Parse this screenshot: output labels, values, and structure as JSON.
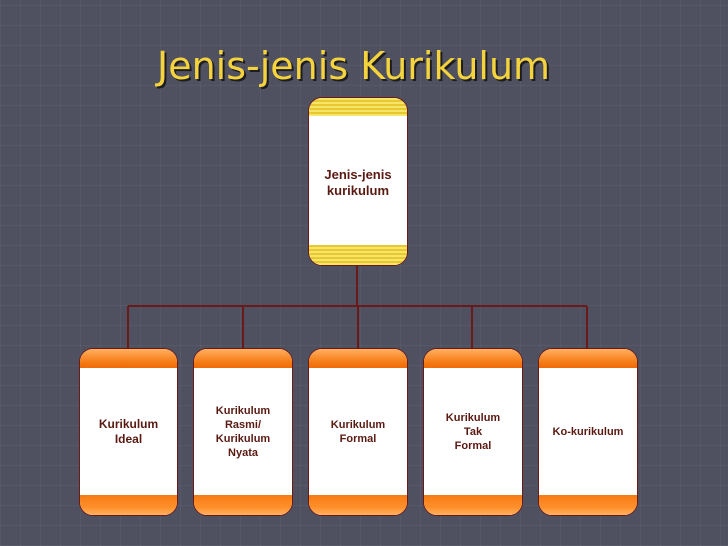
{
  "slide": {
    "title": "Jenis-jenis Kurikulum"
  },
  "diagram": {
    "root": {
      "label": "Jenis-jenis \nkurikulum"
    },
    "children": [
      {
        "label": "Kurikulum\nIdeal"
      },
      {
        "label": "Kurikulum\nRasmi/\nKurikulum\nNyata"
      },
      {
        "label": "Kurikulum\nFormal"
      },
      {
        "label": "Kurikulum\nTak\nFormal"
      },
      {
        "label": "Ko-kurikulum"
      }
    ]
  },
  "colors": {
    "background": "#4f5160",
    "title": "#f4d33d",
    "connector": "#6b1a1a",
    "root_band": "#e8c82e",
    "child_band": "#f57b14"
  }
}
